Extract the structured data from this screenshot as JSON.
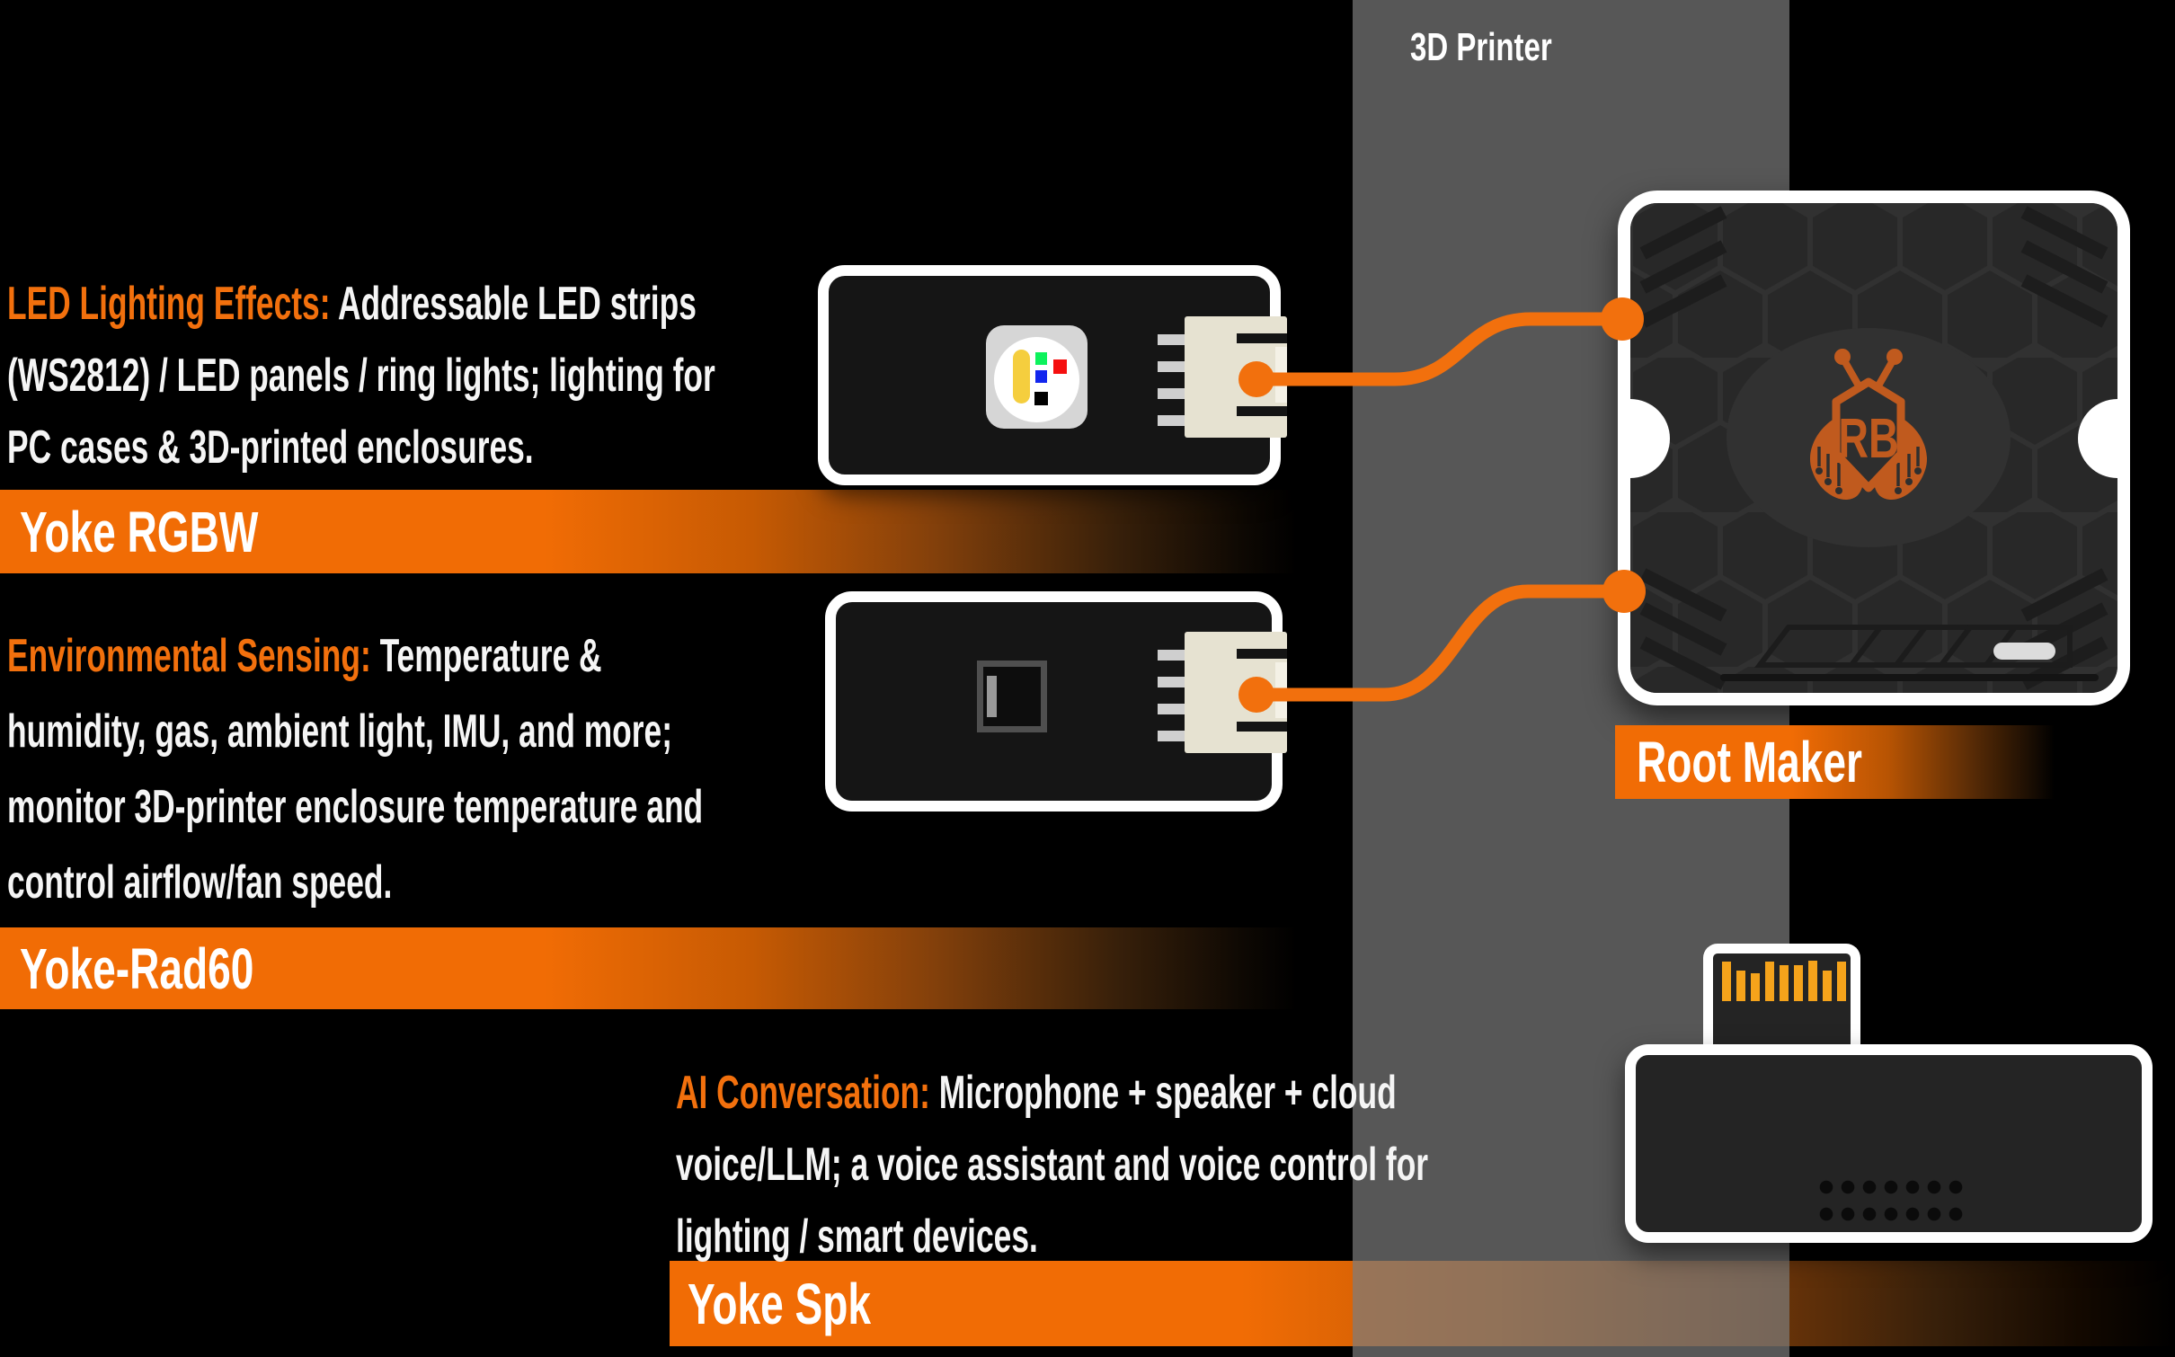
{
  "printer": {
    "label": "3D Printer"
  },
  "sections": {
    "led": {
      "heading": "LED Lighting Effects:",
      "line1_rest": " Addressable LED strips",
      "line2": "(WS2812) / LED panels / ring lights; lighting for",
      "line3": "PC cases & 3D-printed enclosures.",
      "bar_label": "Yoke RGBW"
    },
    "env": {
      "heading": "Environmental Sensing:",
      "line1_rest": " Temperature &",
      "line2": "humidity, gas, ambient light, IMU, and more;",
      "line3": "monitor 3D-printer enclosure temperature and",
      "line4": "control airflow/fan speed.",
      "bar_label": "Yoke-Rad60"
    },
    "ai": {
      "heading": "AI Conversation:",
      "line1_rest": " Microphone + speaker + cloud",
      "line2": "voice/LLM; a voice assistant and voice control for",
      "line3": "lighting / smart devices.",
      "bar_label": "Yoke Spk"
    },
    "hub": {
      "bar_label": "Root Maker",
      "monogram": "RB"
    }
  },
  "colors": {
    "accent_orange": "#F2700D",
    "bar_orange": "#F16C05",
    "band_gray": "#565656",
    "pin_gold": "#F5A31B",
    "logo_orange": "#C05A1E"
  }
}
